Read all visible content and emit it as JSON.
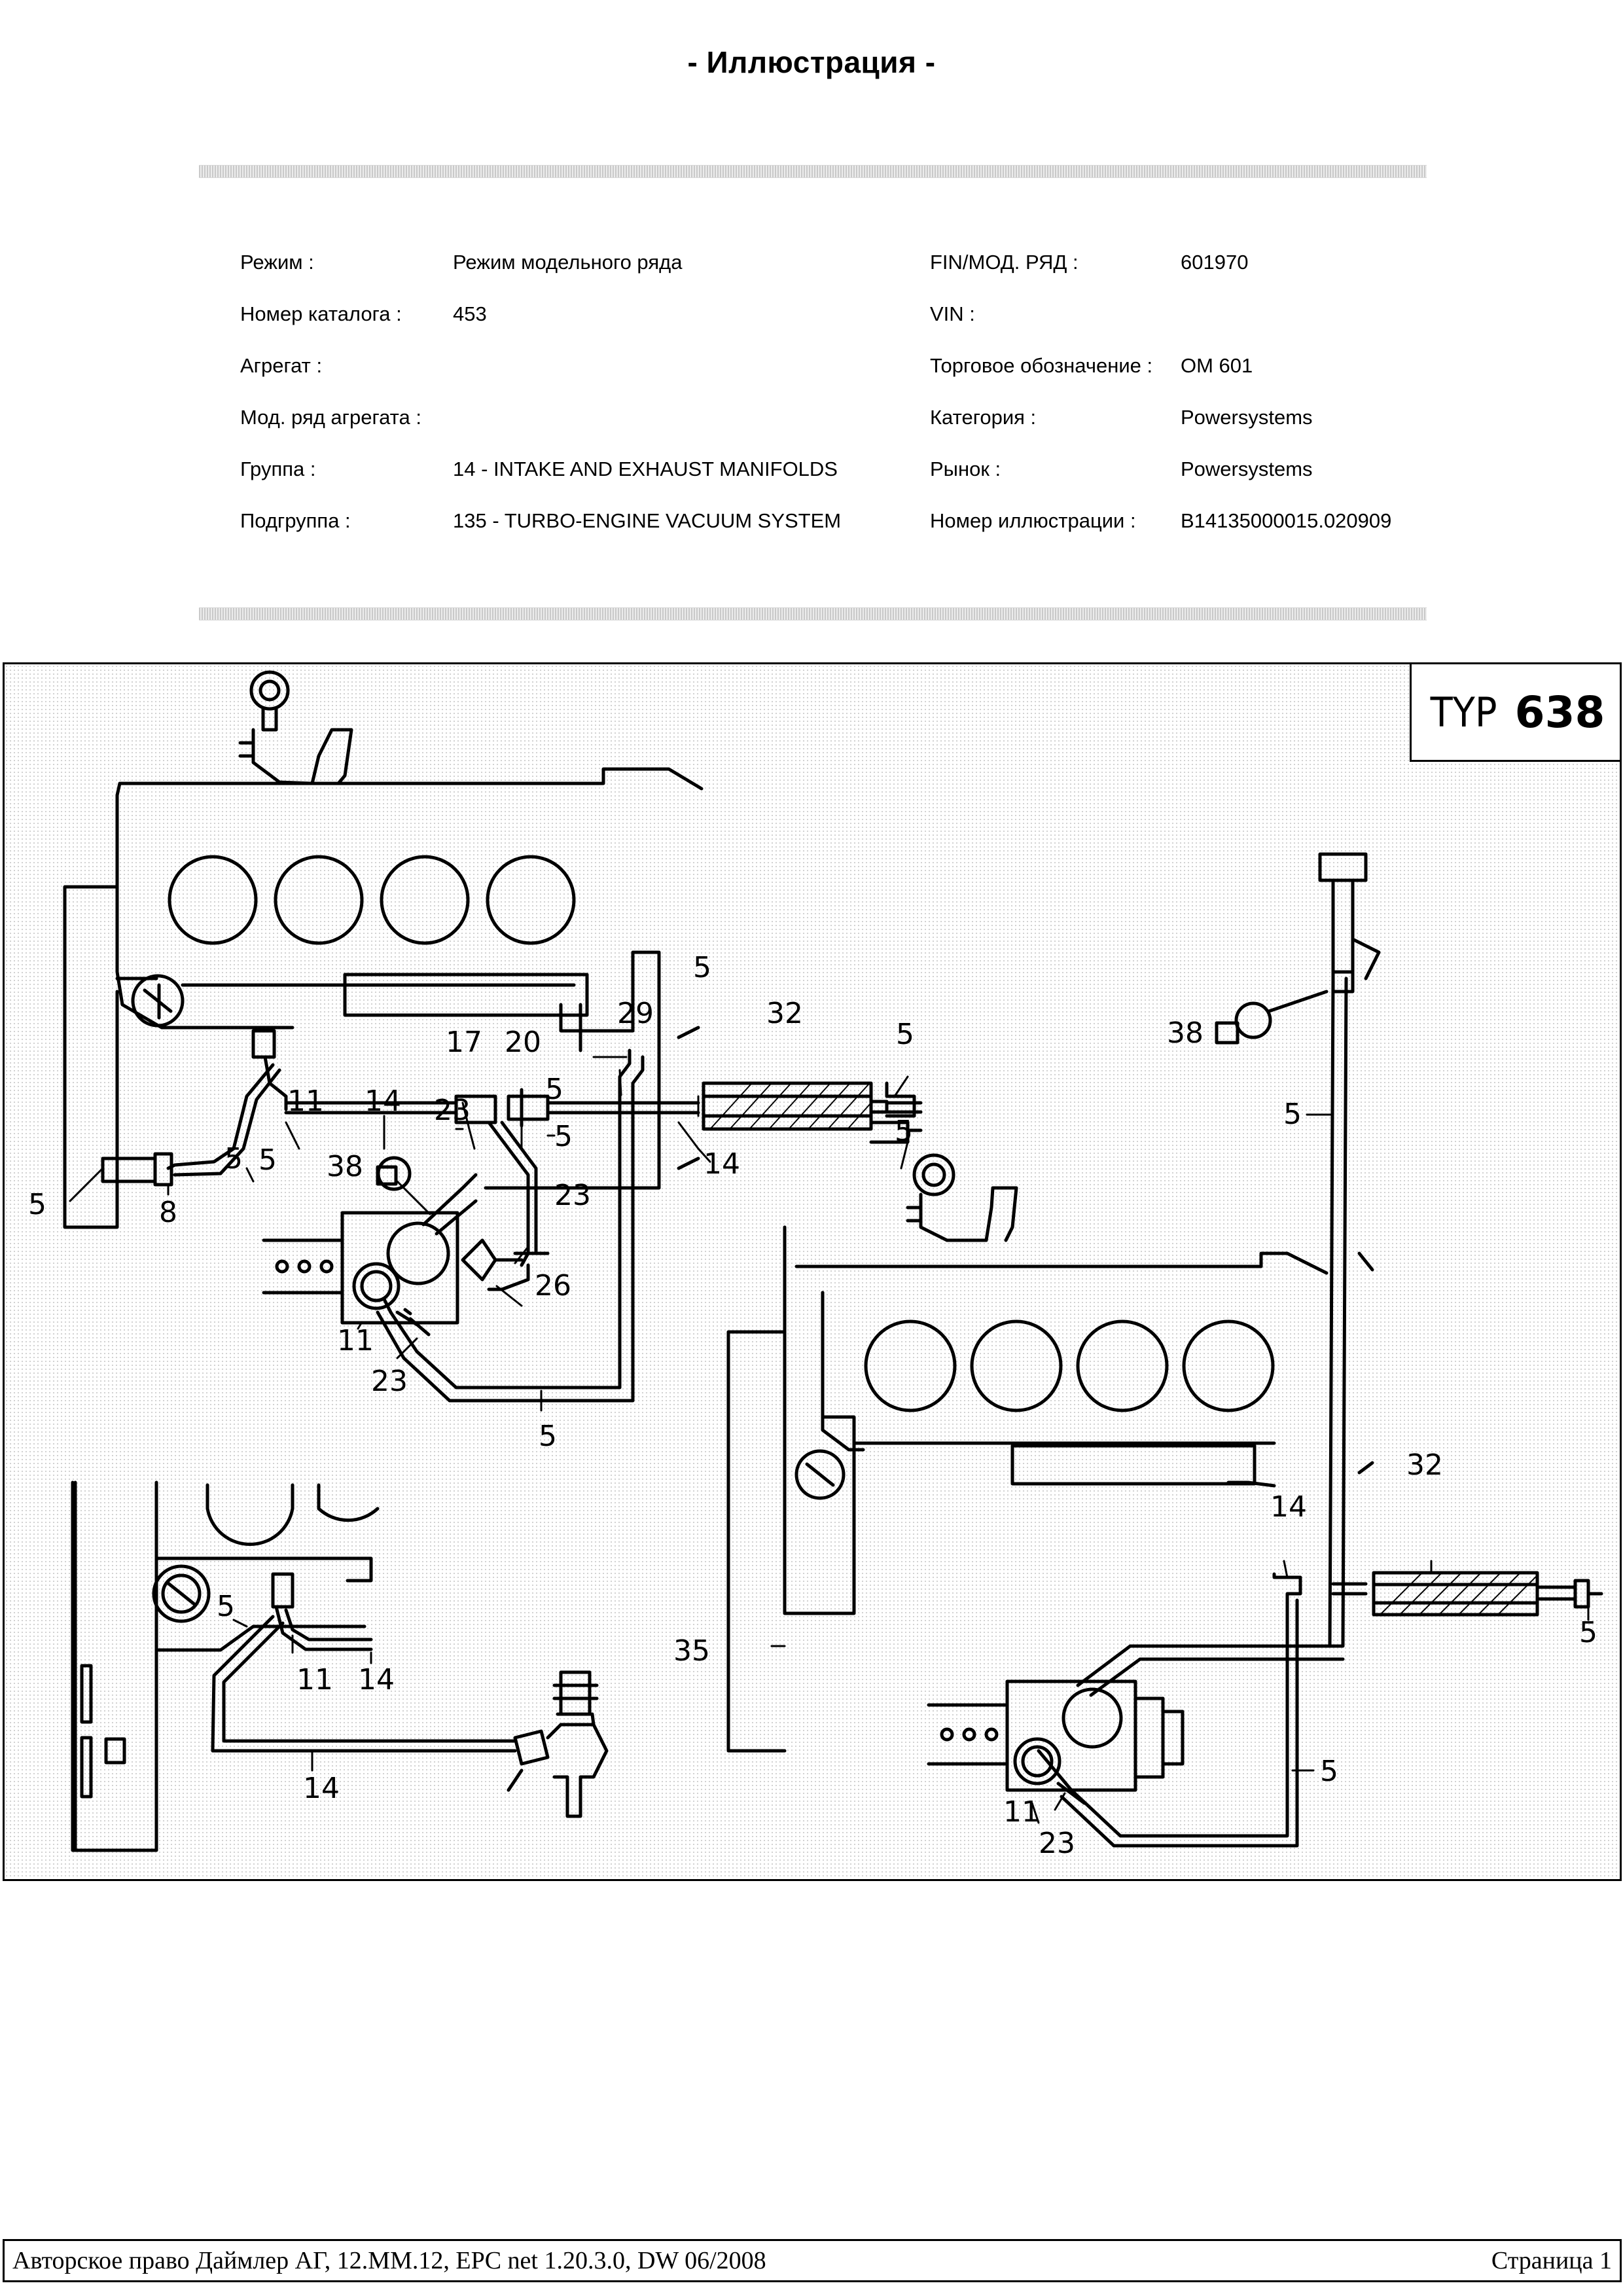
{
  "header": {
    "title": "- Иллюстрация -"
  },
  "info": {
    "left": [
      {
        "label": "Режим :",
        "value": "Режим модельного ряда"
      },
      {
        "label": "Номер каталога :",
        "value": "453"
      },
      {
        "label": "Агрегат :",
        "value": ""
      },
      {
        "label": "Мод. ряд агрегата :",
        "value": ""
      },
      {
        "label": "Группа :",
        "value": "14 - INTAKE AND EXHAUST MANIFOLDS"
      },
      {
        "label": "Подгруппа :",
        "value": "135 - TURBO-ENGINE VACUUM SYSTEM"
      }
    ],
    "right": [
      {
        "label": "FIN/МОД. РЯД :",
        "value": "601970"
      },
      {
        "label": "VIN :",
        "value": ""
      },
      {
        "label": "Торговое обозначение :",
        "value": "OM 601"
      },
      {
        "label": "Категория :",
        "value": "Powersystems"
      },
      {
        "label": "Рынок :",
        "value": "Powersystems"
      },
      {
        "label": "Номер иллюстрации :",
        "value": "B14135000015.020909"
      }
    ]
  },
  "typ": {
    "prefix": "TYP",
    "number": "638"
  },
  "callouts": {
    "c1": "5",
    "c2": "29",
    "c3": "32",
    "c4": "5",
    "c5": "17",
    "c6": "20",
    "c7": "11",
    "c8": "14",
    "c9": "23",
    "c10": "5",
    "c11": "5",
    "c12": "14",
    "c13": "5",
    "c14": "5",
    "c15": "38",
    "c16": "5",
    "c17": "8",
    "c18": "5",
    "c19": "23",
    "c20": "26",
    "c21": "11",
    "c22": "23",
    "c23": "5",
    "c24": "38",
    "c25": "5",
    "c26": "32",
    "c27": "14",
    "c28": "5",
    "c29": "35",
    "c30": "5",
    "c31": "11",
    "c32": "23",
    "c33": "5",
    "c34": "11",
    "c35": "14",
    "c36": "14"
  },
  "footer": {
    "copyright": "Авторское право Даймлер АГ, 12.MM.12, EPC net 1.20.3.0, DW 06/2008",
    "page": "Страница 1"
  }
}
